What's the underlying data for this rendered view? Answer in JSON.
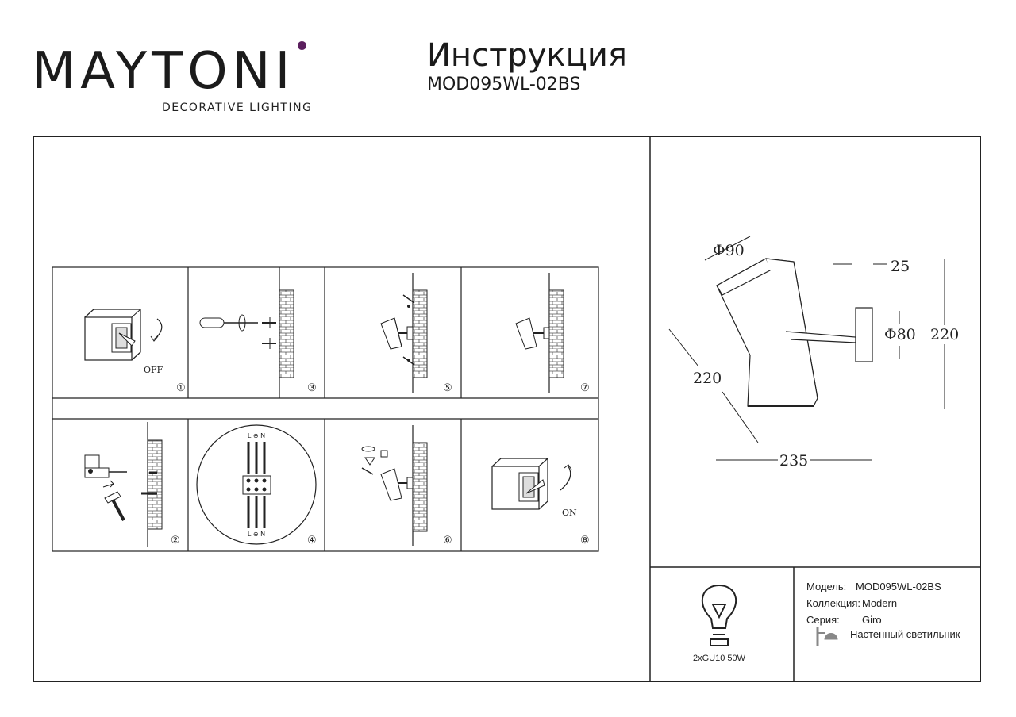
{
  "brand": {
    "name": "MAYTONI",
    "tagline": "DECORATIVE LIGHTING",
    "accent_color": "#5b1f5e"
  },
  "header": {
    "title": "Инструкция",
    "model_code": "MOD095WL-02BS"
  },
  "steps": [
    {
      "num": "①",
      "label": "OFF"
    },
    {
      "num": "②"
    },
    {
      "num": "③"
    },
    {
      "num": "④",
      "terminal_labels": [
        "L",
        "⊕",
        "N"
      ]
    },
    {
      "num": "⑤"
    },
    {
      "num": "⑥"
    },
    {
      "num": "⑦"
    },
    {
      "num": "⑧",
      "label": "ON"
    }
  ],
  "dimensions": {
    "diameter_top": "Φ90",
    "depth": "25",
    "base_diameter": "Φ80",
    "height": "220",
    "diagonal": "220",
    "width": "235"
  },
  "bulb": {
    "label": "2xGU10 50W",
    "icon": "lightbulb-icon"
  },
  "specs": {
    "model_label": "Модель:",
    "model_value": "MOD095WL-02BS",
    "collection_label": "Коллекция:",
    "collection_value": "Modern",
    "series_label": "Серия:",
    "series_value": "Giro",
    "type_icon": "wall-lamp-icon",
    "type_value": "Настенный светильник"
  }
}
